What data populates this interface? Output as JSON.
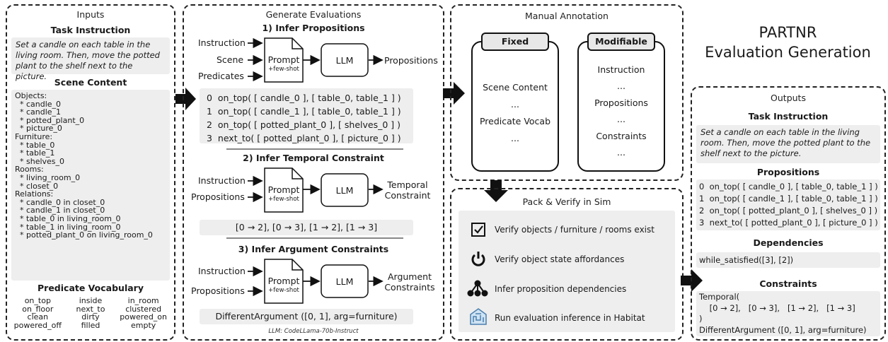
{
  "title": [
    "PARTNR",
    "Evaluation Generation"
  ],
  "inputs": {
    "title": "Inputs",
    "task_header": "Task Instruction",
    "task_text": "Set a candle on each table in the living room. Then, move the potted plant to the shelf next to the picture.",
    "scene_header": "Scene Content",
    "scene_lines": [
      "Objects:",
      "  * candle_0",
      "  * candle_1",
      "  * potted_plant_0",
      "  * picture_0",
      "Furniture:",
      "  * table_0",
      "  * table_1",
      "  * shelves_0",
      "Rooms:",
      "  * living_room_0",
      "  * closet_0",
      "Relations:",
      "  * candle_0 in closet_0",
      "  * candle_1 in closet_0",
      "  * table_0 in living_room_0",
      "  * table_1 in living_room_0",
      "  * potted_plant_0 on living_room_0"
    ],
    "predicate_header": "Predicate Vocabulary",
    "predicates": [
      "on_top",
      "inside",
      "in_room",
      "on_floor",
      "next_to",
      "clustered",
      "clean",
      "dirty",
      "powered_on",
      "powered_off",
      "filled",
      "empty"
    ]
  },
  "generate": {
    "title": "Generate Evaluations",
    "step1_title": "1) Infer Propositions",
    "step1_inputs": [
      "Instruction",
      "Scene",
      "Predicates"
    ],
    "step2_title": "2) Infer Temporal Constraint",
    "step2_inputs": [
      "Instruction",
      "Propositions"
    ],
    "step3_title": "3) Infer Argument Constraints",
    "step3_inputs": [
      "Instruction",
      "Propositions"
    ],
    "prompt_label": "Prompt",
    "fewshot_label": "+few-shot",
    "llm_label": "LLM",
    "step1_output": "Propositions",
    "step2_output": [
      "Temporal",
      "Constraint"
    ],
    "step3_output": [
      "Argument",
      "Constraints"
    ],
    "propositions": [
      "0  on_top( [ candle_0 ], [ table_0, table_1 ] )",
      "1  on_top( [ candle_1 ], [ table_0, table_1 ] )",
      "2  on_top( [ potted_plant_0 ], [ shelves_0 ] )",
      "3  next_to( [ potted_plant_0 ], [ picture_0 ] )"
    ],
    "temporal": "[0 → 2],   [0 → 3],   [1 → 2],   [1 → 3]",
    "argument": "DifferentArgument ([0, 1], arg=furniture)",
    "footnote": "LLM: CodeLLama-70b-Instruct"
  },
  "manual": {
    "title": "Manual Annotation",
    "fixed_header": "Fixed",
    "fixed_items": [
      "Scene Content",
      "...",
      "Predicate Vocab",
      "..."
    ],
    "modifiable_header": "Modifiable",
    "modifiable_items": [
      "Instruction",
      "...",
      "Propositions",
      "...",
      "Constraints",
      "..."
    ]
  },
  "pack": {
    "title": "Pack & Verify in Sim",
    "items": [
      {
        "icon": "checkbox-icon",
        "label": "Verify objects / furniture / rooms exist"
      },
      {
        "icon": "power-icon",
        "label": "Verify object state affordances"
      },
      {
        "icon": "dependency-graph-icon",
        "label": "Infer proposition dependencies"
      },
      {
        "icon": "habitat-icon",
        "label": "Run evaluation inference in Habitat"
      }
    ]
  },
  "outputs": {
    "title": "Outputs",
    "task_header": "Task Instruction",
    "task_text": "Set a candle on each table in the living room. Then, move the potted plant to the shelf next to the picture.",
    "prop_header": "Propositions",
    "propositions": [
      "0  on_top( [ candle_0 ], [ table_0, table_1 ] )",
      "1  on_top( [ candle_1 ], [ table_0, table_1 ] )",
      "2  on_top( [ potted_plant_0 ], [ shelves_0 ] )",
      "3  next_to( [ potted_plant_0 ], [ picture_0 ] )"
    ],
    "dep_header": "Dependencies",
    "dependencies": "while_satisfied([3], [2])",
    "con_header": "Constraints",
    "constraints": [
      "Temporal(",
      "    [0 → 2],   [0 → 3],   [1 → 2],   [1 → 3]",
      ")",
      "DifferentArgument ([0, 1], arg=furniture)"
    ]
  },
  "colors": {
    "arrow": "#111111",
    "gray_box": "#eeeeee",
    "border": "#222222"
  }
}
